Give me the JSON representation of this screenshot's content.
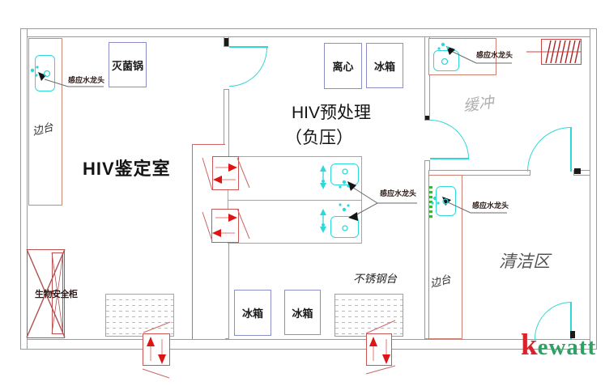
{
  "rooms": {
    "identification": {
      "label": "HIV鉴定室"
    },
    "pretreatment": {
      "label_line1": "HIV预处理",
      "label_line2": "（负压）"
    },
    "buffer": {
      "label": "缓冲"
    },
    "clean": {
      "label": "清洁区"
    }
  },
  "equipment": {
    "sterilizer": "灭菌锅",
    "centrifuge": "离心",
    "fridge": "冰箱",
    "stainless_table": "不锈钢台",
    "biosafety_cabinet": "生物安全柜",
    "side_bench": "边台",
    "sensor_faucet": "感应水龙头"
  },
  "logo": {
    "first_letter": "k",
    "rest": "ewatt"
  },
  "colors": {
    "wall": "#9b9b9b",
    "door": "#2fd8d8",
    "fixture_red": "#cc4433",
    "equipment_outline": "#8d8dc8",
    "logo_red": "#d8232a",
    "logo_green": "#2fa064"
  }
}
